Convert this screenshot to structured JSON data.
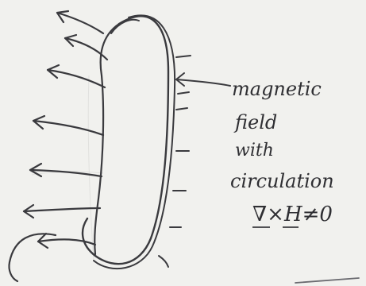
{
  "annotation": {
    "lines": [
      "magnetic",
      "field",
      "with",
      "circulation"
    ],
    "equation": "∇×H≠0"
  },
  "colors": {
    "paper": "#f1f1ee",
    "pencil": "#3a3a3e",
    "pencil_light": "#6b6b70"
  }
}
